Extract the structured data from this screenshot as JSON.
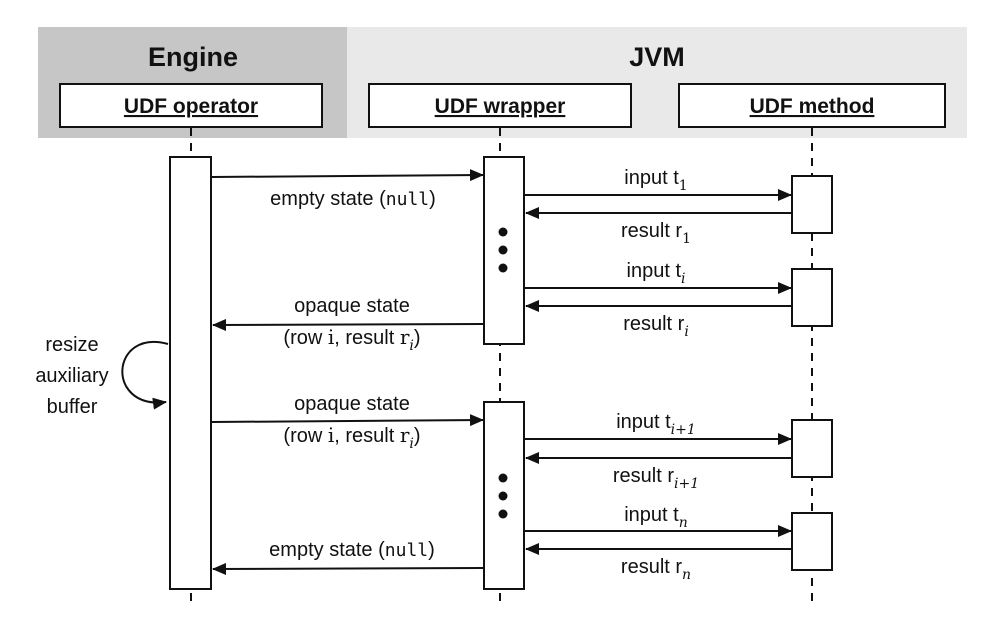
{
  "groups": {
    "engine": "Engine",
    "jvm": "JVM"
  },
  "colors": {
    "engine_bg": "#c6c6c6",
    "jvm_bg": "#e9e9e9",
    "ink": "#111111"
  },
  "participants": {
    "operator": "UDF operator",
    "wrapper": "UDF wrapper",
    "method": "UDF method"
  },
  "messages": {
    "m1": {
      "text": "empty state (",
      "code": "null",
      "close": ")"
    },
    "m2": {
      "text": "input t",
      "sub": "1"
    },
    "m3": {
      "text": "result r",
      "sub": "1"
    },
    "m4": {
      "text": "input t",
      "sub": "i"
    },
    "m5": {
      "text": "result r",
      "sub": "i"
    },
    "m6": {
      "line1": "opaque state",
      "line2_a": "(row ",
      "line2_i": "i",
      "line2_b": ", result ",
      "line2_r": "r",
      "line2_sub": "i",
      "line2_c": ")"
    },
    "m7": {
      "line1": "opaque state",
      "line2_a": "(row ",
      "line2_i": "i",
      "line2_b": ", result ",
      "line2_r": "r",
      "line2_sub": "i",
      "line2_c": ")"
    },
    "m8": {
      "text": "input t",
      "sub": "i+1"
    },
    "m9": {
      "text": "result r",
      "sub": "i+1"
    },
    "m10": {
      "text": "input t",
      "sub": "n"
    },
    "m11": {
      "text": "result r",
      "sub": "n"
    },
    "m12": {
      "text": "empty state (",
      "code": "null",
      "close": ")"
    }
  },
  "self_note": {
    "line1": "resize",
    "line2": "auxiliary",
    "line3": "buffer"
  }
}
